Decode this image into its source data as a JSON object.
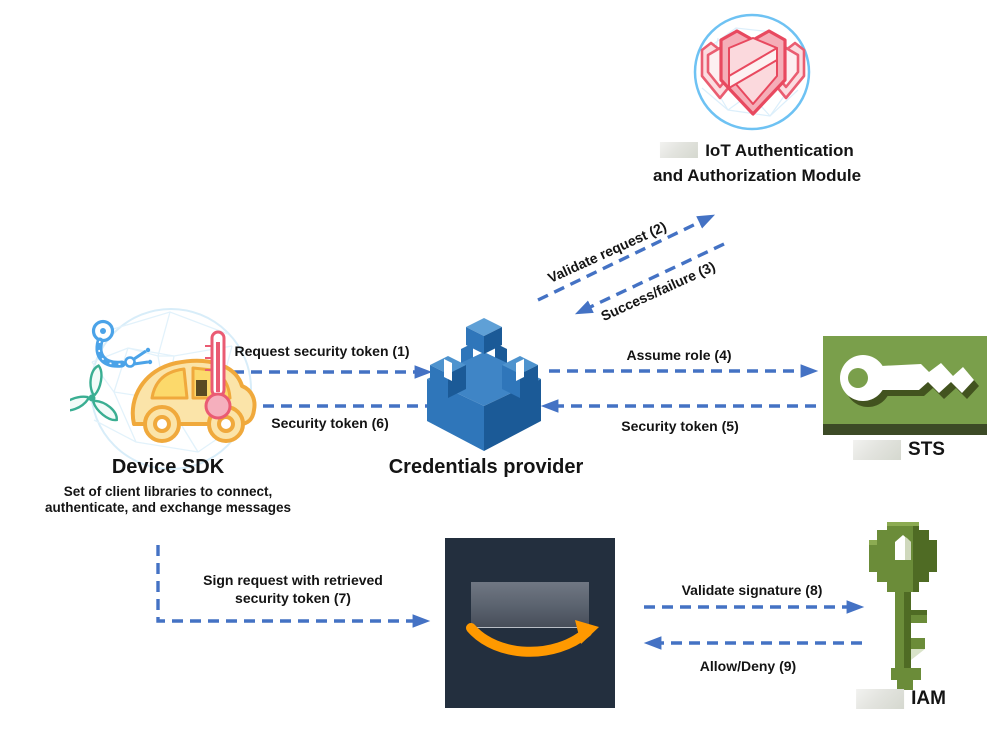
{
  "diagram_type": "aws-iot-credentials-provider-workflow",
  "colors": {
    "arrow_blue": "#4472C4",
    "text_black": "#141414",
    "amazon_dark": "#232F3E",
    "amazon_orange": "#FF9900",
    "sts_green": "#7A9F4B",
    "sts_green_dark": "#3C4A26",
    "iam_green": "#6B8C39",
    "shield_red": "#E8495F",
    "cube_blue": "#2F76BA",
    "globe_blue": "#6EC2F3"
  },
  "nodes": {
    "iot_auth_module": {
      "icon": "shield-globe-icon",
      "redacted_prefix": true,
      "label_line1": "IoT Authentication",
      "label_line2": "and Authorization Module"
    },
    "device_sdk": {
      "icon": "iot-devices-globe-icon",
      "title": "Device SDK",
      "subtitle_line1": "Set of client libraries to connect,",
      "subtitle_line2": "authenticate, and exchange messages"
    },
    "credentials_provider": {
      "icon": "blue-castle-cube-icon",
      "title": "Credentials provider"
    },
    "sts": {
      "icon": "green-key-plate-icon",
      "redacted_prefix": true,
      "label": "STS"
    },
    "amazon": {
      "icon": "amazon-smile-logo",
      "redacted_center": true
    },
    "iam": {
      "icon": "green-3d-key-icon",
      "redacted_prefix": true,
      "label": "IAM"
    }
  },
  "arrows": {
    "a1": {
      "label": "Request security token (1)",
      "from": "device_sdk",
      "to": "credentials_provider"
    },
    "a2": {
      "label": "Validate request (2)",
      "from": "credentials_provider",
      "to": "iot_auth_module"
    },
    "a3": {
      "label": "Success/failure (3)",
      "from": "iot_auth_module",
      "to": "credentials_provider"
    },
    "a4": {
      "label": "Assume role (4)",
      "from": "credentials_provider",
      "to": "sts"
    },
    "a5": {
      "label": "Security token (5)",
      "from": "sts",
      "to": "credentials_provider"
    },
    "a6": {
      "label": "Security token (6)",
      "from": "credentials_provider",
      "to": "device_sdk"
    },
    "a7": {
      "label_line1": "Sign request with retrieved",
      "label_line2": "security token (7)",
      "from": "device_sdk",
      "to": "amazon"
    },
    "a8": {
      "label": "Validate signature (8)",
      "from": "amazon",
      "to": "iam"
    },
    "a9": {
      "label": "Allow/Deny (9)",
      "from": "iam",
      "to": "amazon"
    }
  }
}
